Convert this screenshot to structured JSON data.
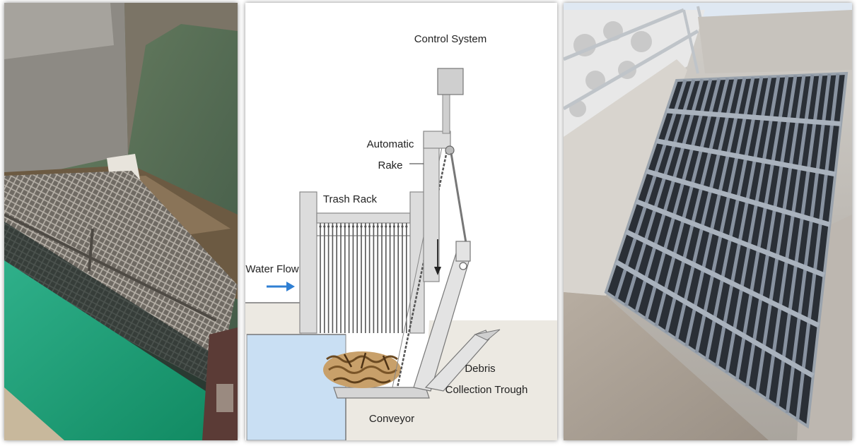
{
  "diagram": {
    "labels": {
      "control_system": "Control System",
      "automatic_rake_line1": "Automatic",
      "automatic_rake_line2": "Rake",
      "trash_rack": "Trash Rack",
      "water_flow": "Water Flow",
      "debris_line1": "Debris",
      "debris_line2": "Collection Trough",
      "conveyor": "Conveyor"
    },
    "colors": {
      "water": "#c9dff3",
      "flow_arrow": "#2f7fd3",
      "structure": "#dcdcdc",
      "ground": "#ece9e2"
    }
  },
  "photos": {
    "left": {
      "subject": "conveyor-mesh-debris-photo"
    },
    "right": {
      "subject": "steel-bar-grate-photo"
    }
  }
}
